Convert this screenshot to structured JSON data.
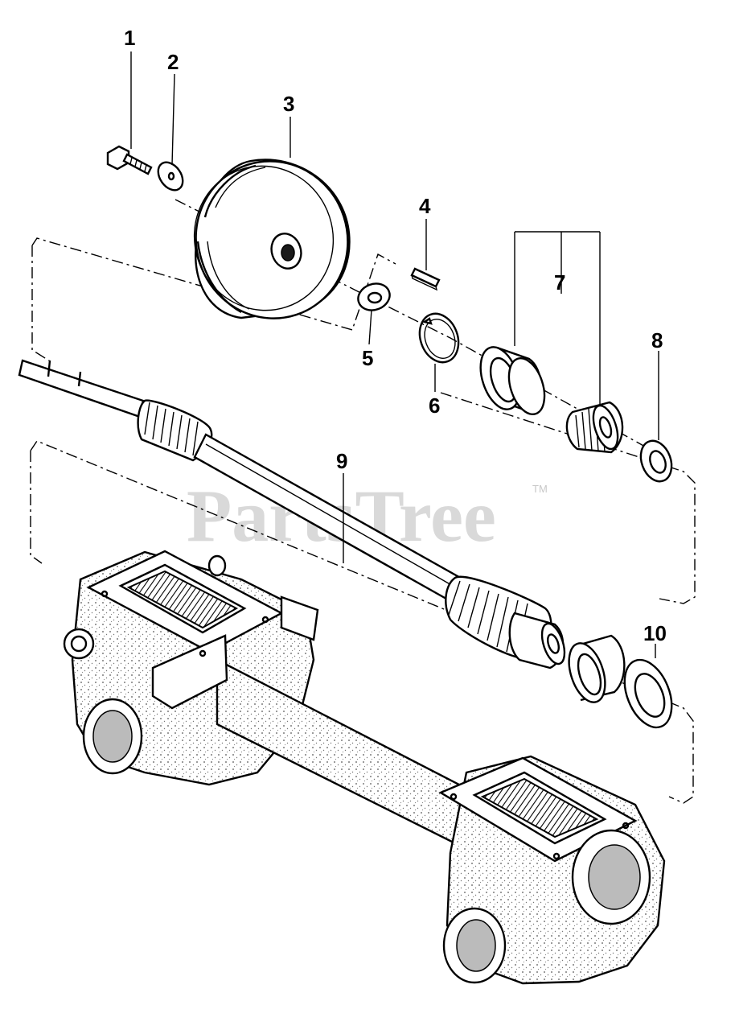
{
  "watermark": {
    "text": "PartsTree",
    "trademark": "TM"
  },
  "callouts": [
    "1",
    "2",
    "3",
    "4",
    "5",
    "6",
    "7",
    "8",
    "9",
    "10"
  ]
}
